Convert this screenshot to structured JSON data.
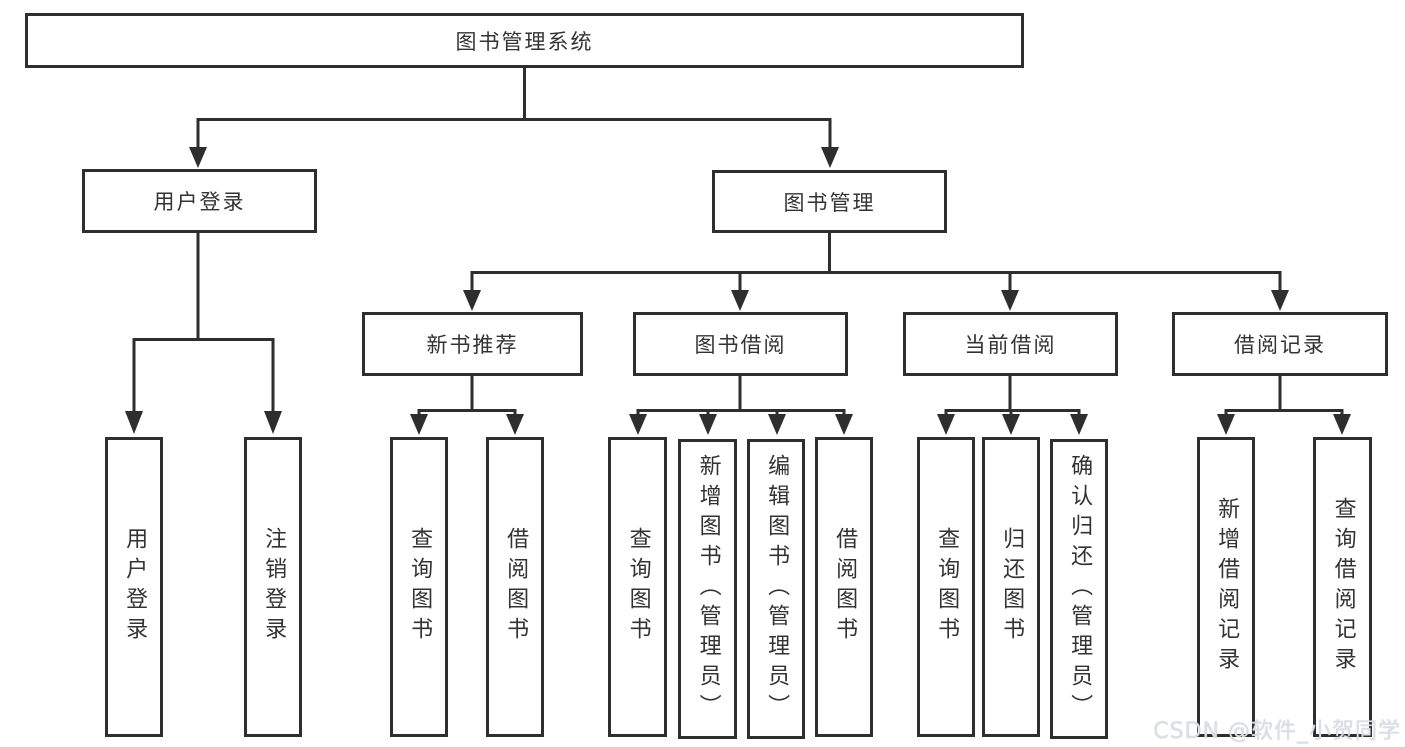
{
  "diagram": {
    "root": {
      "label": "图书管理系统"
    },
    "branches": [
      {
        "label": "用户登录",
        "children": [
          {
            "label": "用户登录"
          },
          {
            "label": "注销登录"
          }
        ]
      },
      {
        "label": "图书管理",
        "children": [
          {
            "label": "新书推荐",
            "children": [
              {
                "label": "查询图书"
              },
              {
                "label": "借阅图书"
              }
            ]
          },
          {
            "label": "图书借阅",
            "children": [
              {
                "label": "查询图书"
              },
              {
                "label": "新增图书（管理员）"
              },
              {
                "label": "编辑图书（管理员）"
              },
              {
                "label": "借阅图书"
              }
            ]
          },
          {
            "label": "当前借阅",
            "children": [
              {
                "label": "查询图书"
              },
              {
                "label": "归还图书"
              },
              {
                "label": "确认归还（管理员）"
              }
            ]
          },
          {
            "label": "借阅记录",
            "children": [
              {
                "label": "新增借阅记录"
              },
              {
                "label": "查询借阅记录"
              }
            ]
          }
        ]
      }
    ]
  },
  "watermark": {
    "text": "CSDN @软件_小贺同学"
  },
  "colors": {
    "line": "#2e2e2e",
    "text": "#333333",
    "background": "#ffffff",
    "watermark": "#dcdfe4"
  }
}
